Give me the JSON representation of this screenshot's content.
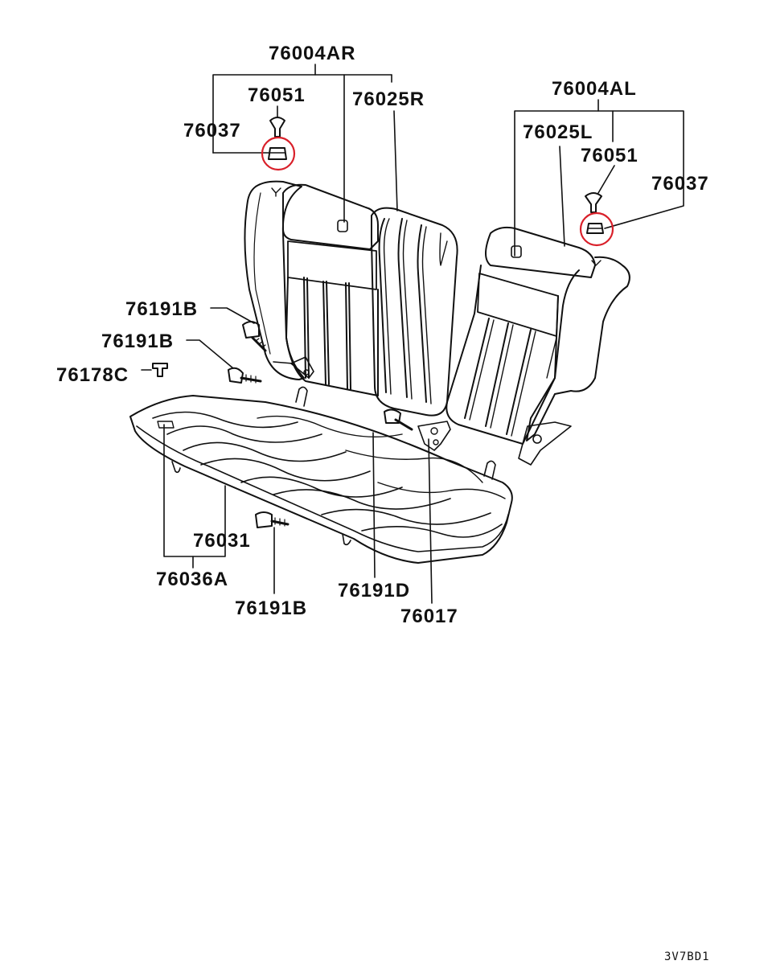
{
  "callouts": {
    "c_76004AR": "76004AR",
    "c_76051_r": "76051",
    "c_76025R": "76025R",
    "c_76037_r": "76037",
    "c_76004AL": "76004AL",
    "c_76025L": "76025L",
    "c_76051_l": "76051",
    "c_76037_l": "76037",
    "c_76191B_1": "76191B",
    "c_76191B_2": "76191B",
    "c_76178C": "76178C",
    "c_76031": "76031",
    "c_76036A": "76036A",
    "c_76191B_3": "76191B",
    "c_76191D": "76191D",
    "c_76017": "76017"
  },
  "diagram_code": "3V7BD1",
  "colors": {
    "line": "#111111",
    "highlight": "#d9202a",
    "background": "#ffffff"
  }
}
